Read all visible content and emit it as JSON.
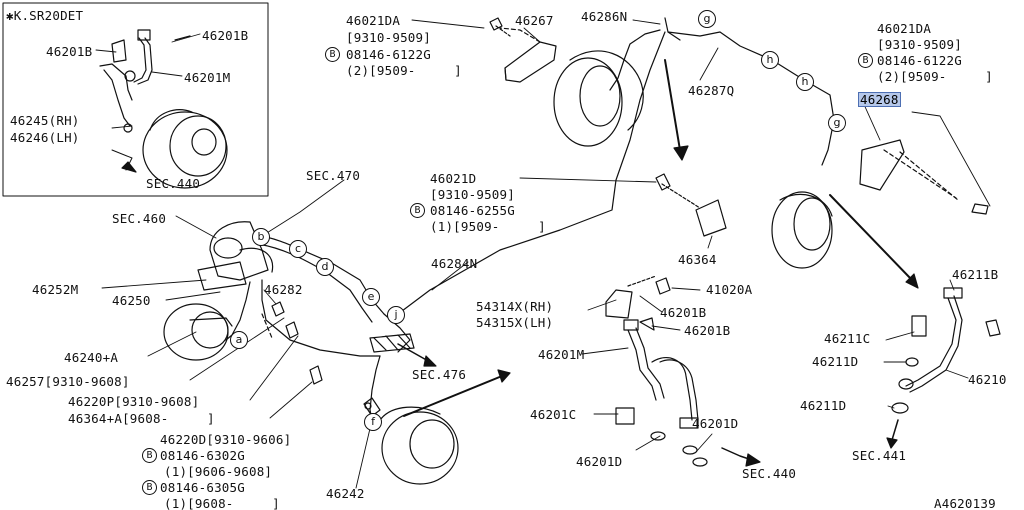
{
  "inset": {
    "title": "✱K.SR20DET",
    "labels": [
      "46201B",
      "46201B",
      "46201M",
      "46245(RH)",
      "46246(LH)",
      "SEC.440"
    ]
  },
  "labels": {
    "p46021DA_1": "46021DA",
    "p46021DA_1_range": "[9310-9509]",
    "p46021DA_1_alt": "08146-6122G",
    "p46021DA_1_alt_range": "(2)[9509-     ]",
    "p46267": "46267",
    "p46286N": "46286N",
    "p46287Q": "46287Q",
    "p46021DA_2": "46021DA",
    "p46021DA_2_range": "[9310-9509]",
    "p46021DA_2_alt": "08146-6122G",
    "p46021DA_2_alt_range": "(2)[9509-     ]",
    "p46268": "46268",
    "sec470": "SEC.470",
    "sec460": "SEC.460",
    "p46021D": "46021D",
    "p46021D_range": "[9310-9509]",
    "p46021D_alt": "08146-6255G",
    "p46021D_alt_range": "(1)[9509-     ]",
    "p46364": "46364",
    "p46252M": "46252M",
    "p46250": "46250",
    "p46282": "46282",
    "p46284N": "46284N",
    "p41020A": "41020A",
    "p54314X": "54314X(RH)",
    "p54315X": "54315X(LH)",
    "p46201B_a": "46201B",
    "p46201B_b": "46201B",
    "p46201M": "46201M",
    "p46240A": "46240+A",
    "sec476": "SEC.476",
    "p46257": "46257[9310-9608]",
    "p46220P": "46220P[9310-9608]",
    "p46364A": "46364+A[9608-     ]",
    "p46211B": "46211B",
    "p46211C": "46211C",
    "p46211D_a": "46211D",
    "p46210": "46210",
    "p46211D_b": "46211D",
    "sec441": "SEC.441",
    "p46220D": "46220D[9310-9606]",
    "p46220D_alt1": "08146-6302G",
    "p46220D_alt1_range": "(1)[9606-9608]",
    "p46220D_alt2": "08146-6305G",
    "p46220D_alt2_range": "(1)[9608-     ]",
    "p46242": "46242",
    "p46201C": "46201C",
    "p46201D_a": "46201D",
    "p46201D_b": "46201D",
    "sec440": "SEC.440",
    "drawing_no": "A4620139"
  },
  "bolt_marker": "B",
  "connectors": [
    "b",
    "c",
    "d",
    "e",
    "j",
    "a",
    "f",
    "g",
    "h",
    "h",
    "g"
  ],
  "colors": {
    "line": "#111111",
    "highlight": "#b6c8ea",
    "highlight_border": "#4d6fb3"
  }
}
